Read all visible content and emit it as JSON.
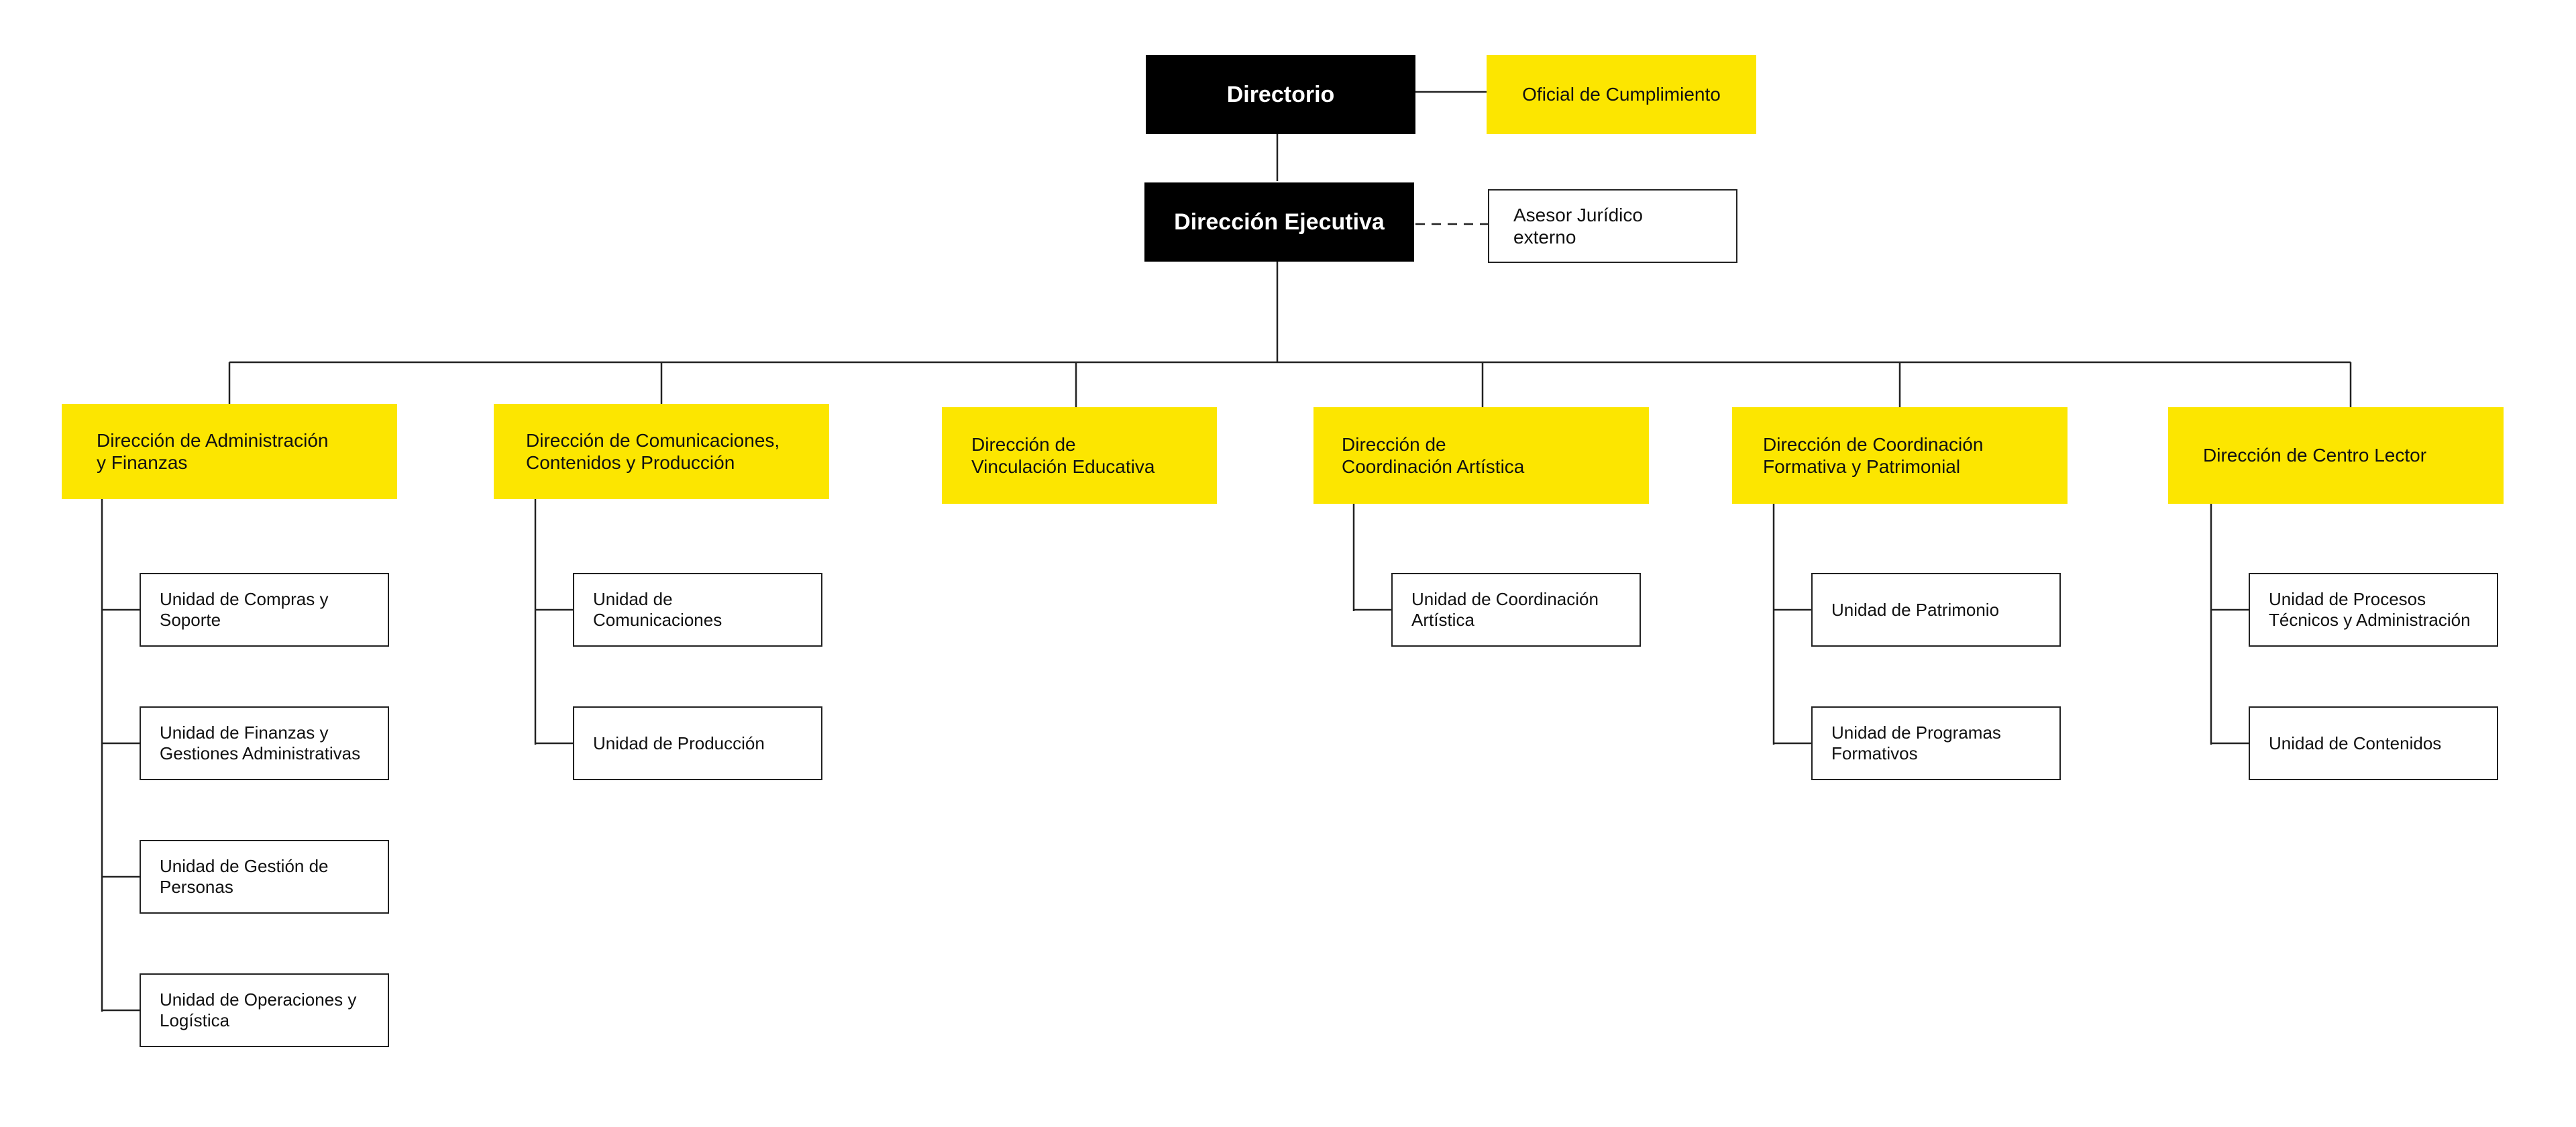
{
  "colors": {
    "black": "#000000",
    "yellow": "#fce600",
    "line": "#222222"
  },
  "top": {
    "directorio": "Directorio",
    "oficial": "Oficial  de Cumplimiento",
    "direccion_ejecutiva": "Dirección Ejecutiva",
    "asesor": "Asesor Jurídico\nexterno"
  },
  "departments": [
    {
      "name": "Dirección de Administración\ny Finanzas",
      "units": [
        "Unidad de Compras y\nSoporte",
        "Unidad de Finanzas y\nGestiones Administrativas",
        "Unidad de Gestión de\nPersonas",
        "Unidad de Operaciones y\nLogística"
      ]
    },
    {
      "name": "Dirección de Comunicaciones,\nContenidos y Producción",
      "units": [
        "Unidad de\nComunicaciones",
        "Unidad de Producción"
      ]
    },
    {
      "name": "Dirección de\nVinculación Educativa",
      "units": []
    },
    {
      "name": "Dirección de\nCoordinación Artística",
      "units": [
        "Unidad de Coordinación\nArtística"
      ]
    },
    {
      "name": "Dirección de Coordinación\nFormativa y Patrimonial",
      "units": [
        "Unidad de Patrimonio",
        "Unidad de Programas\nFormativos"
      ]
    },
    {
      "name": "Dirección de Centro Lector",
      "units": [
        "Unidad de Procesos\nTécnicos y Administración",
        "Unidad de Contenidos"
      ]
    }
  ]
}
